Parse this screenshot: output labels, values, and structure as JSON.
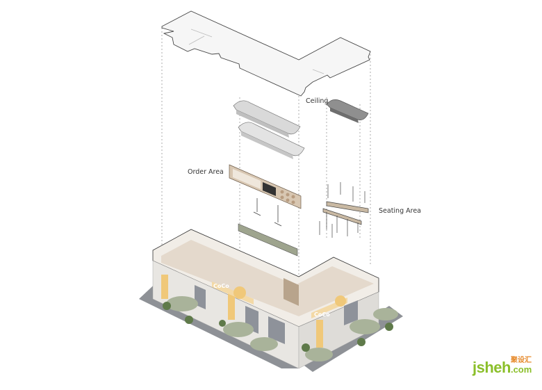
{
  "labels": {
    "ceiling": "Ceiling",
    "order_area": "Order Area",
    "seating_area": "Seating Area"
  },
  "signage": [
    "CoCo",
    "CoCo"
  ],
  "watermark": {
    "latin": "jsheh",
    "suffix": ".com",
    "chinese": "聚设汇"
  },
  "colors": {
    "wall": "#e9e6e0",
    "floor": "#8c8f93",
    "umbrella": "#a9b39a",
    "sign": "#f0c879",
    "accent": "#8bbf2a"
  }
}
